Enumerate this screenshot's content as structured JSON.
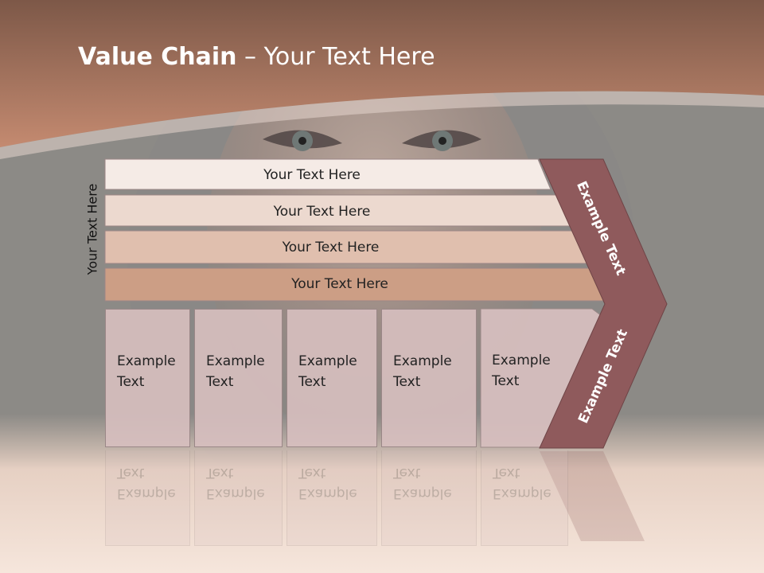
{
  "slide": {
    "title_bold": "Value Chain",
    "title_rest": " – Your Text Here",
    "side_label": "Your Text Here"
  },
  "bands": [
    {
      "label": "Your Text Here"
    },
    {
      "label": "Your Text Here"
    },
    {
      "label": "Your Text Here"
    },
    {
      "label": "Your Text Here"
    }
  ],
  "cells": [
    {
      "line1": "Example",
      "line2": "Text"
    },
    {
      "line1": "Example",
      "line2": "Text"
    },
    {
      "line1": "Example",
      "line2": "Text"
    },
    {
      "line1": "Example",
      "line2": "Text"
    },
    {
      "line1": "Example",
      "line2": "Text"
    }
  ],
  "chevron": {
    "top_label": "Example Text",
    "bottom_label": "Example Text"
  },
  "colors": {
    "header_brown": "#a8735c",
    "chevron": "#8f5a5c",
    "band_1": "#f5ebe6",
    "band_2": "#ecd9cf",
    "band_3": "#e0bfae",
    "band_4": "#cc9e85",
    "cell": "#d6bebe"
  }
}
